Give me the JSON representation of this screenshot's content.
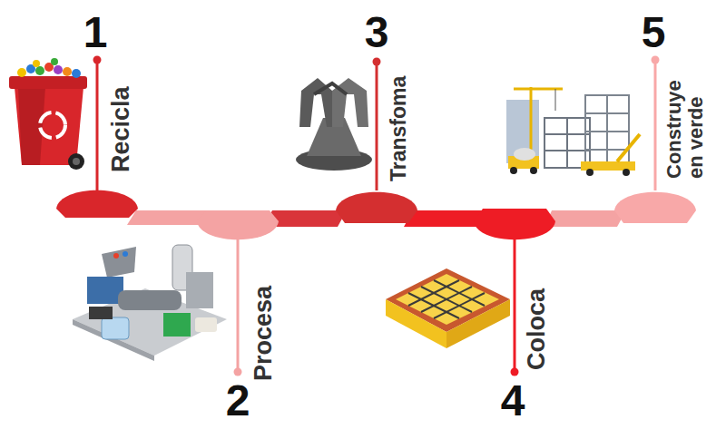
{
  "diagram": {
    "labels": [
      "1",
      "Recicla",
      "2",
      "Procesa",
      "3",
      "Transfoma",
      "4",
      "Coloca",
      "5",
      "Construye en verde"
    ]
  }
}
